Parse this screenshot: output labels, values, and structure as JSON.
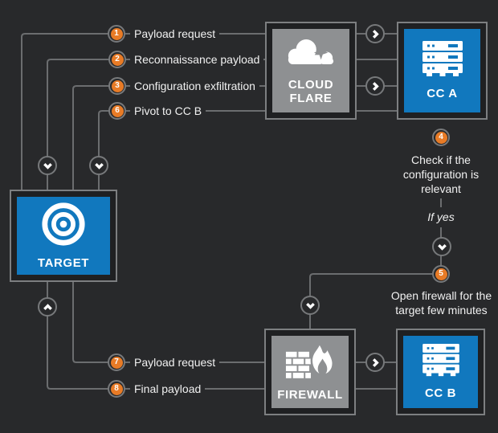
{
  "colors": {
    "background": "#28292b",
    "line": "#6b6d6f",
    "accent_orange": "#e87b26",
    "node_blue": "#1178be",
    "node_gray": "#8e9092",
    "ring_gray": "#77797b",
    "text": "#f1f1f1"
  },
  "nodes": {
    "cloudflare": {
      "label": "CLOUD\nFLARE",
      "icon": "cloud-icon"
    },
    "cc_a": {
      "label": "CC A",
      "icon": "server-icon"
    },
    "target": {
      "label": "TARGET",
      "icon": "bullseye-icon"
    },
    "firewall": {
      "label": "FIREWALL",
      "icon": "firewall-icon"
    },
    "cc_b": {
      "label": "CC B",
      "icon": "server-icon"
    }
  },
  "steps": {
    "s1": {
      "num": "1",
      "label": "Payload request"
    },
    "s2": {
      "num": "2",
      "label": "Reconnaissance payload"
    },
    "s3": {
      "num": "3",
      "label": "Configuration exfiltration"
    },
    "s6": {
      "num": "6",
      "label": "Pivot to CC B"
    },
    "s4": {
      "num": "4",
      "label": "Check if the configuration is relevant"
    },
    "s5": {
      "num": "5",
      "label": "Open firewall for the target few minutes"
    },
    "s7": {
      "num": "7",
      "label": "Payload request"
    },
    "s8": {
      "num": "8",
      "label": "Final payload"
    }
  },
  "annotations": {
    "if_yes": "If yes"
  }
}
